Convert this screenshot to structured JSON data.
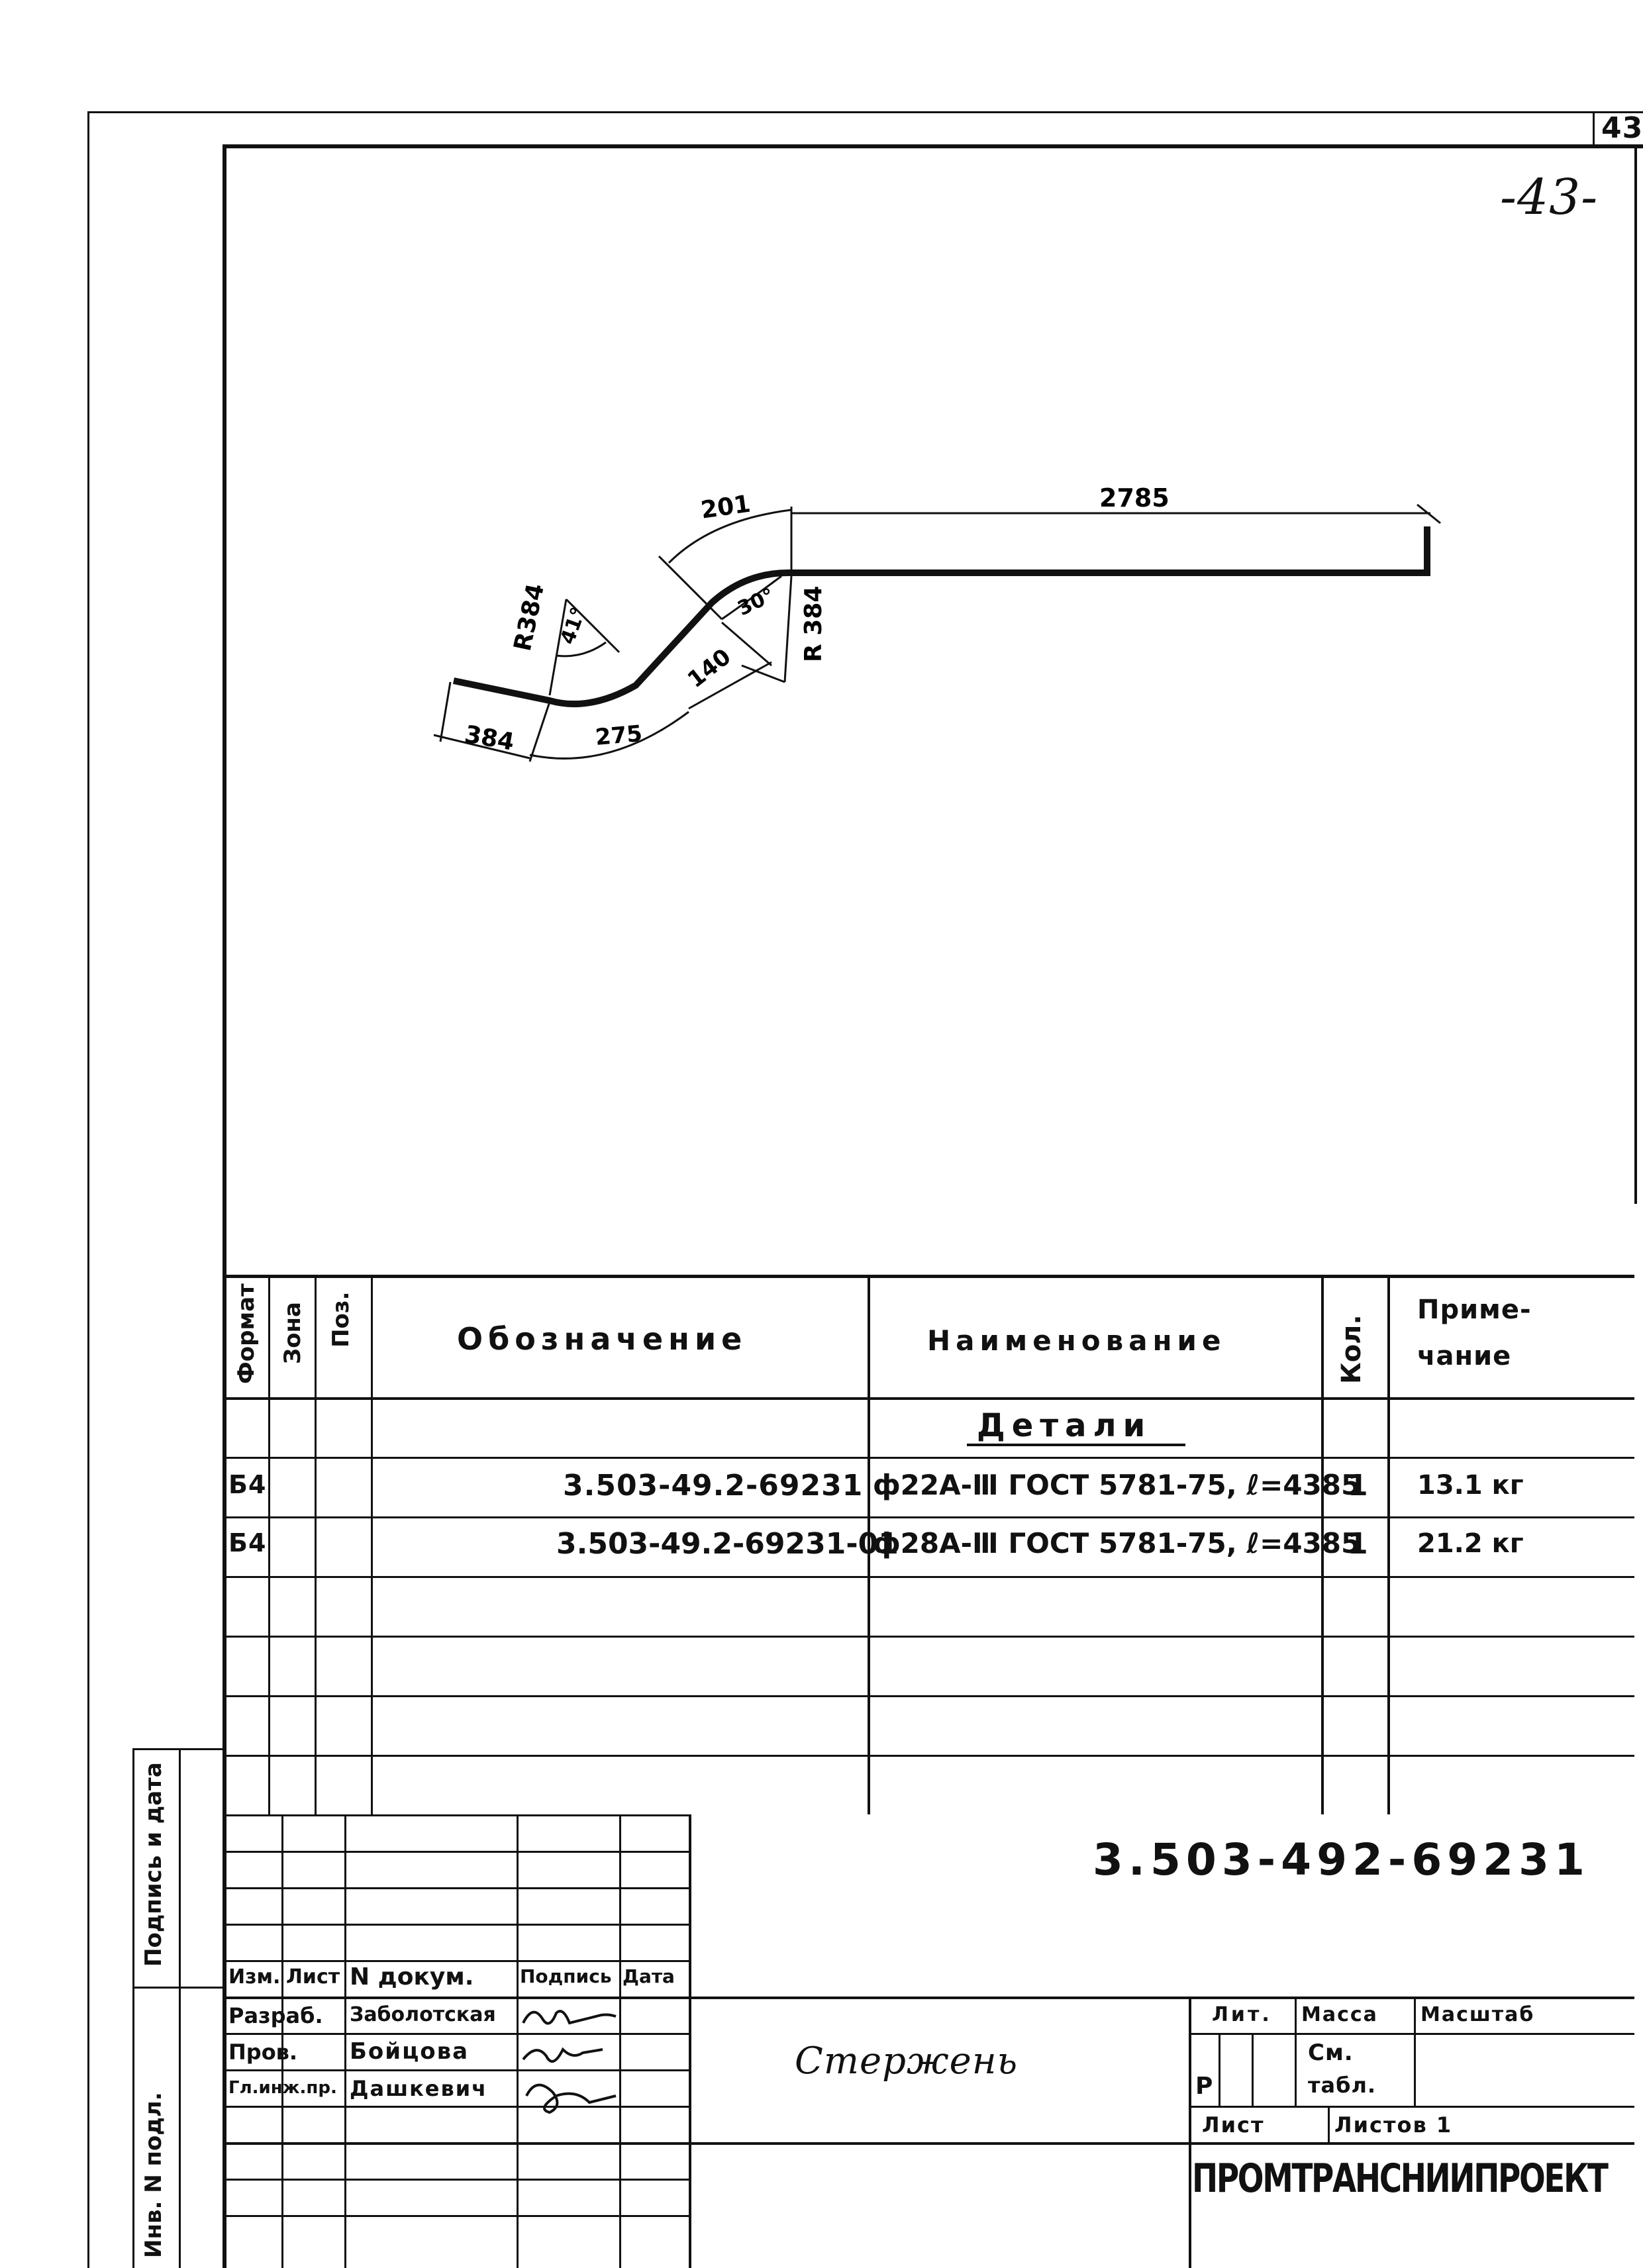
{
  "sheet": {
    "page_number": "43",
    "handwritten_page": "-43-"
  },
  "drawing": {
    "dim_201": "201",
    "dim_2785": "2785",
    "dim_r384_left": "R384",
    "dim_41deg": "41°",
    "dim_30deg": "30°",
    "dim_r384_right": "R 384",
    "dim_140": "140",
    "dim_384": "384",
    "dim_275": "275"
  },
  "spec_table": {
    "headers": {
      "format": "Формат",
      "zone": "Зона",
      "pos": "Поз.",
      "designation": "Обозначение",
      "name": "Наименование",
      "qty": "Кол.",
      "note_1": "Приме-",
      "note_2": "чание"
    },
    "section_title": "Детали",
    "rows": [
      {
        "format": "Б4",
        "designation": "3.503-49.2-69231",
        "name": "ф22А-Ⅲ ГОСТ 5781-75, ℓ=4385",
        "qty": "1",
        "note": "13.1 кг"
      },
      {
        "format": "Б4",
        "designation": "3.503-49.2-69231-01",
        "name": "ф28А-Ⅲ ГОСТ 5781-75, ℓ=4385",
        "qty": "1",
        "note": "21.2 кг"
      }
    ]
  },
  "side_stamp": {
    "signature_date": "Подпись и дата",
    "inv_no": "Инв. N подл."
  },
  "title_block": {
    "doc_code": "3.503-492-69231",
    "title": "Стержень",
    "col_izm": "Изм.",
    "col_list": "Лист",
    "col_doc": "N докум.",
    "col_sign": "Подпись",
    "col_date": "Дата",
    "role_1": "Разраб.",
    "person_1": "Заболотская",
    "role_2": "Пров.",
    "person_2": "Бойцова",
    "role_3": "Гл.инж.пр.",
    "person_3": "Дашкевич",
    "lit_label": "Лит.",
    "mass_label": "Масса",
    "scale_label": "Масштаб",
    "lit_value": "Р",
    "mass_value_1": "См.",
    "mass_value_2": "табл.",
    "sheet_label": "Лист",
    "sheets_label": "Листов 1",
    "organization": "ПРОМТРАНСНИИПРОЕКТ"
  }
}
